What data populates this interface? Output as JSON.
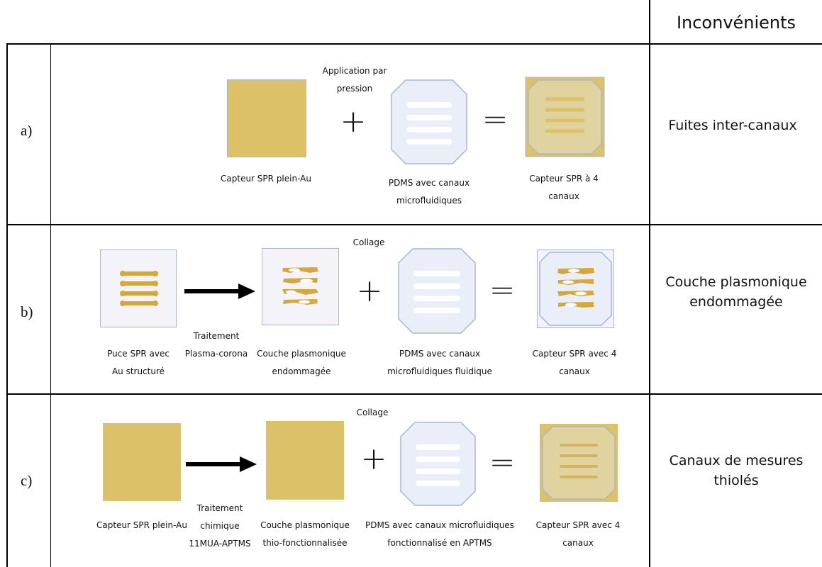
{
  "header": {
    "drawbacks": "Inconvénients"
  },
  "colors": {
    "gold": "#dcc168",
    "gold_light": "#e0d3a0",
    "pdms_fill": "#e9eef8",
    "pdms_stroke": "#a8b6cf",
    "chip_fill": "#f3f3f9",
    "channel": "#ffffff",
    "grid": "#000000"
  },
  "rows": [
    {
      "label": "a)",
      "drawback": "Fuites inter-canaux",
      "above_text": "Application par\npression",
      "operators": [
        "+",
        "="
      ],
      "captions": [
        "Capteur SPR plein-Au",
        "PDMS avec canaux\nmicrofluidiques",
        "Capteur SPR à 4\ncanaux"
      ]
    },
    {
      "label": "b)",
      "drawback": "Couche plasmonique\nendommagée",
      "above_text": "Collage",
      "arrow_text": "Traitement\nPlasma-corona",
      "operators": [
        "+",
        "="
      ],
      "captions": [
        "Puce SPR avec\nAu structuré",
        "Couche plasmonique\nendommagée",
        "PDMS avec canaux\nmicrofluidiques fluidique",
        "Capteur SPR avec 4\ncanaux"
      ]
    },
    {
      "label": "c)",
      "drawback": "Canaux de mesures\nthiolés",
      "above_text": "Collage",
      "arrow_text": "Traitement\nchimique\n11MUA-APTMS",
      "operators": [
        "+",
        "="
      ],
      "captions": [
        "Capteur SPR plein-Au",
        "Couche plasmonique\nthio-fonctionnalisée",
        "PDMS avec canaux microfluidiques\nfonctionnalisé en APTMS",
        "Capteur SPR avec 4\ncanaux"
      ]
    }
  ]
}
